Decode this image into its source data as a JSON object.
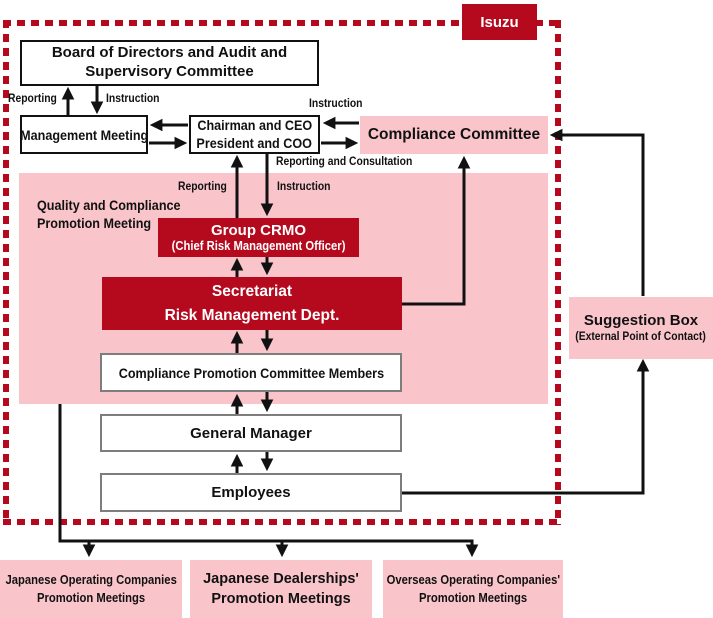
{
  "palette": {
    "dark_red": "#b50a1e",
    "pink": "#f9c5ca",
    "line_black": "#111111",
    "gray_border": "#7d7d7d"
  },
  "brand": {
    "label": "Isuzu"
  },
  "boxes": {
    "board": {
      "line1": "Board of Directors and Audit and",
      "line2": "Supervisory Committee"
    },
    "management_meeting": {
      "label": "Management Meeting"
    },
    "chairman_ceo": {
      "line1": "Chairman and CEO",
      "line2": "President and COO"
    },
    "compliance_committee": {
      "label": "Compliance Committee"
    },
    "quality_meeting": {
      "line1": "Quality and Compliance",
      "line2": "Promotion Meeting"
    },
    "group_crmo": {
      "line1": "Group CRMO",
      "line2": "(Chief Risk Management Officer)"
    },
    "secretariat": {
      "line1": "Secretariat",
      "line2": "Risk Management Dept."
    },
    "committee_members": {
      "label": "Compliance Promotion Committee Members"
    },
    "general_manager": {
      "label": "General Manager"
    },
    "employees": {
      "label": "Employees"
    },
    "suggestion_box": {
      "line1": "Suggestion Box",
      "line2": "(External Point of Contact)"
    },
    "japanese_operating": {
      "line1": "Japanese Operating Companies",
      "line2": "Promotion Meetings"
    },
    "japanese_dealerships": {
      "line1": "Japanese Dealerships'",
      "line2": "Promotion Meetings"
    },
    "overseas_operating": {
      "line1": "Overseas Operating Companies'",
      "line2": "Promotion Meetings"
    }
  },
  "edge_labels": {
    "reporting_board": "Reporting",
    "instruction_board": "Instruction",
    "instruction_committee": "Instruction",
    "reporting_consultation": "Reporting and Consultation",
    "reporting_crmo": "Reporting",
    "instruction_crmo": "Instruction"
  }
}
